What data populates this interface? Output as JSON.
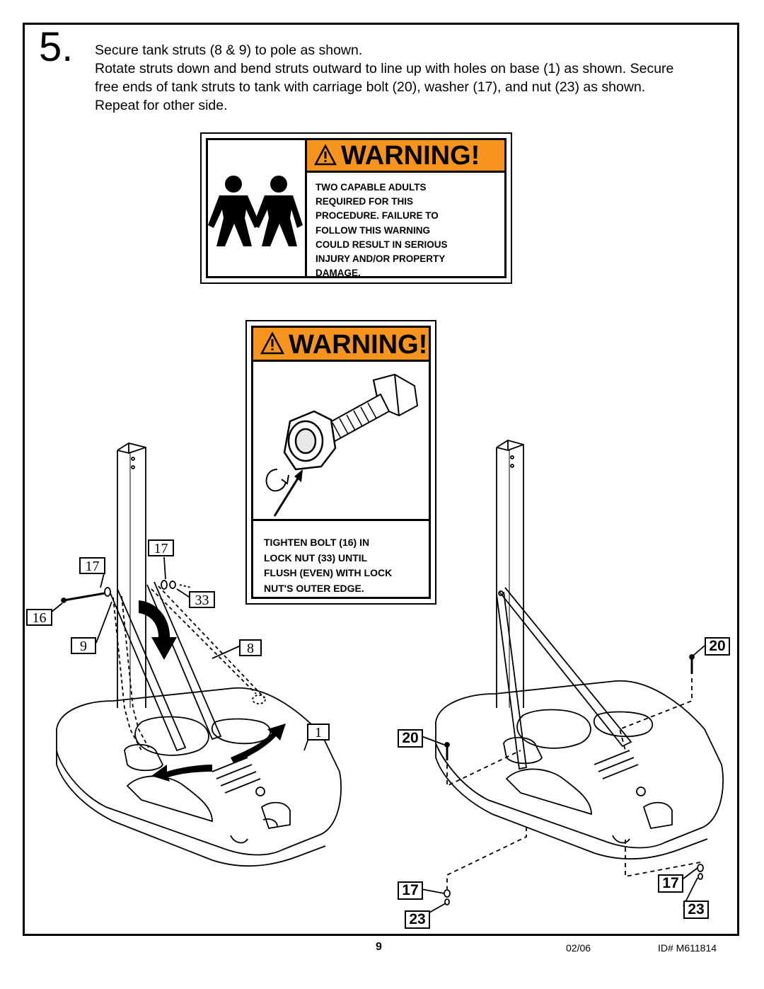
{
  "step": {
    "number": "5.",
    "lines": [
      "Secure tank struts (8 & 9) to pole as shown.",
      "Rotate struts down and bend struts outward to line up with holes on base (1) as shown. Secure",
      "free ends of tank struts to tank with carriage bolt (20), washer (17), and nut (23) as shown.",
      "Repeat for other side."
    ]
  },
  "warning_people": {
    "banner": "WARNING!",
    "lines": [
      "TWO CAPABLE ADULTS",
      "REQUIRED FOR THIS",
      "PROCEDURE.  FAILURE TO",
      "FOLLOW THIS WARNING",
      "COULD RESULT IN SERIOUS",
      "INJURY AND/OR PROPERTY",
      "DAMAGE."
    ]
  },
  "warning_bolt": {
    "banner": "WARNING!",
    "lines": [
      "TIGHTEN BOLT (16) IN",
      "LOCK NUT (33) UNTIL",
      "FLUSH (EVEN) WITH LOCK",
      "NUT'S OUTER EDGE."
    ]
  },
  "callouts_left": {
    "c17a": "17",
    "c17b": "17",
    "c33": "33",
    "c16": "16",
    "c9": "9",
    "c8": "8",
    "c1": "1"
  },
  "callouts_right": {
    "c20a": "20",
    "c20b": "20",
    "c17a": "17",
    "c17b": "17",
    "c23a": "23",
    "c23b": "23"
  },
  "footer": {
    "page": "9",
    "date": "02/06",
    "id": "ID#   M611814"
  },
  "colors": {
    "warning_orange": "#f7941d",
    "line": "#000000"
  }
}
